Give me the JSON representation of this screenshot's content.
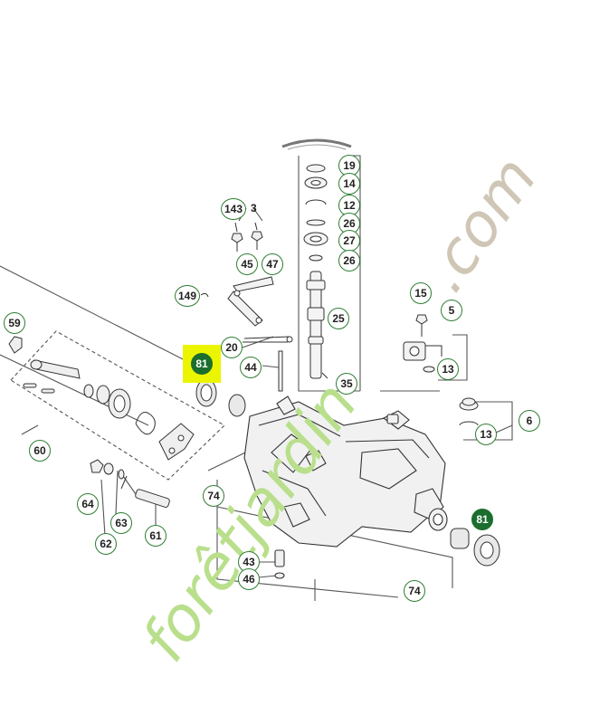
{
  "callouts": {
    "c19": "19",
    "c14": "14",
    "c12": "12",
    "c26a": "26",
    "c27": "27",
    "c26b": "26",
    "c143": "143",
    "c45": "45",
    "c47": "47",
    "c149": "149",
    "c25": "25",
    "c15": "15",
    "c5": "5",
    "c13a": "13",
    "c20": "20",
    "c44": "44",
    "c81a": "81",
    "c35": "35",
    "c59": "59",
    "c13b": "13",
    "c6": "6",
    "c60": "60",
    "c74a": "74",
    "c64": "64",
    "c63": "63",
    "c62": "62",
    "c61": "61",
    "c81b": "81",
    "c43": "43",
    "c46": "46",
    "c74b": "74"
  },
  "plain_label_3": "3",
  "watermark": {
    "brand": "forêtjardin",
    "suffix": ".com",
    "colors": {
      "forest_green": "#b9df8c",
      "orange": "#f6c98f",
      "com_gray": "#cfc6b6"
    }
  },
  "colors": {
    "callout_border": "#2e7d32",
    "callout_dark_fill": "#1b6e2e",
    "highlight": "#ecf500",
    "line": "#555555"
  }
}
